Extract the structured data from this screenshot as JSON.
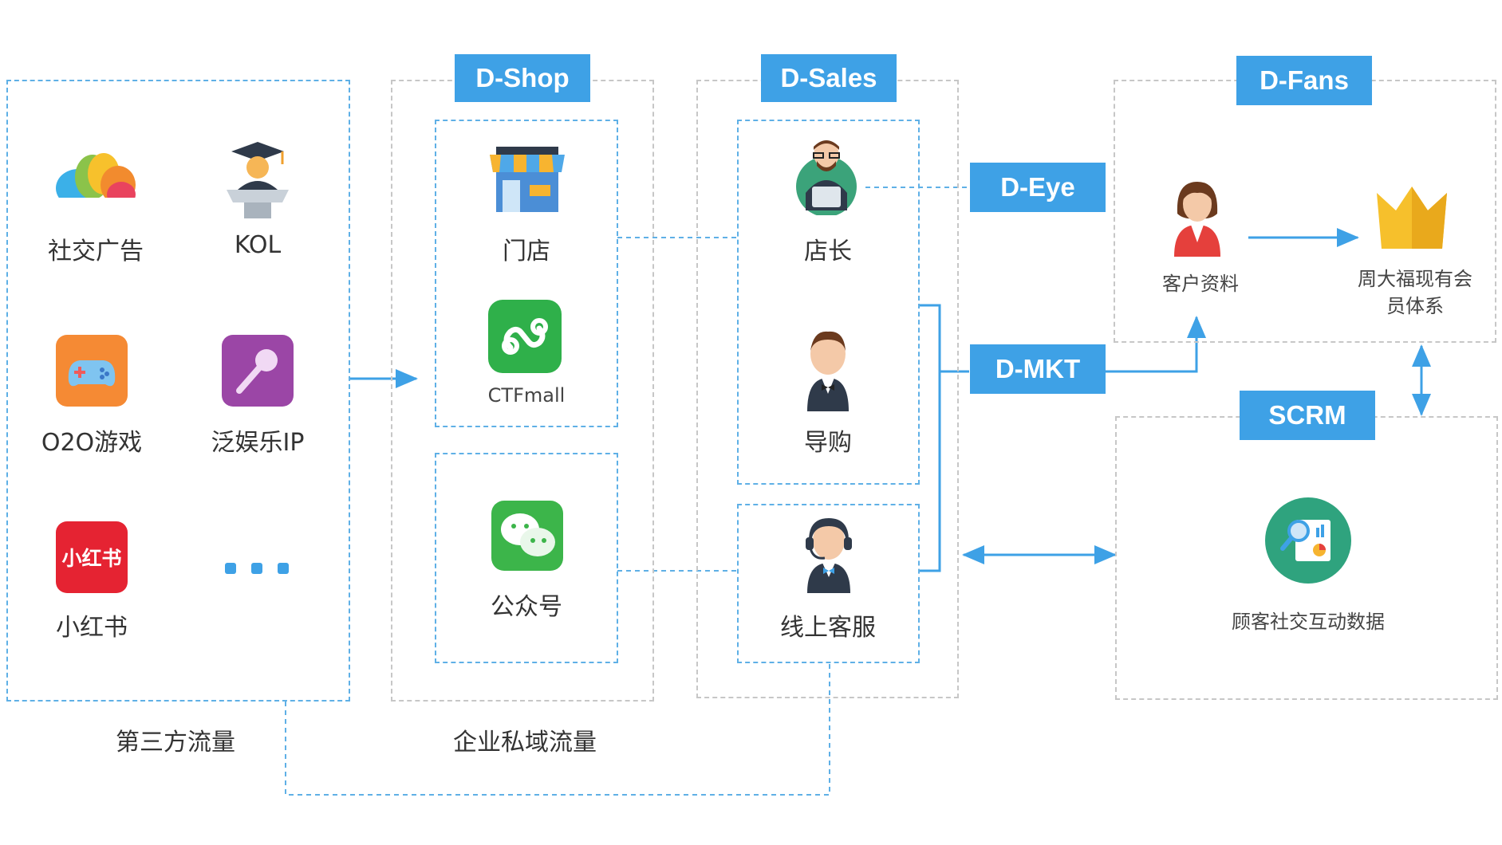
{
  "columns": {
    "third_party": {
      "caption": "第三方流量",
      "items": [
        {
          "label": "社交广告",
          "icon": "social-ads-icon"
        },
        {
          "label": "KOL",
          "icon": "kol-teacher-icon"
        },
        {
          "label": "O2O游戏",
          "icon": "gamepad-icon"
        },
        {
          "label": "泛娱乐IP",
          "icon": "microphone-icon"
        },
        {
          "label": "小红书",
          "icon": "xiaohongshu-icon",
          "icon_text": "小红书"
        },
        {
          "label": "",
          "icon": "ellipsis-icon"
        }
      ]
    },
    "private_domain": {
      "caption": "企业私域流量",
      "tag": "D-Shop",
      "items": [
        {
          "label": "门店",
          "icon": "store-icon"
        },
        {
          "label": "CTFmall",
          "icon": "mini-program-icon"
        },
        {
          "label": "公众号",
          "icon": "wechat-icon"
        }
      ]
    },
    "sales": {
      "tag": "D-Sales",
      "items": [
        {
          "label": "店长",
          "icon": "manager-icon"
        },
        {
          "label": "导购",
          "icon": "shopping-guide-icon"
        },
        {
          "label": "线上客服",
          "icon": "customer-service-icon"
        }
      ]
    },
    "fans": {
      "tag": "D-Fans",
      "items": [
        {
          "label": "客户资料",
          "icon": "customer-profile-icon"
        },
        {
          "label": "周大福现有会员体系",
          "label_line1": "周大福现有会",
          "label_line2": "员体系",
          "icon": "crown-icon"
        }
      ]
    },
    "scrm": {
      "tag": "SCRM",
      "items": [
        {
          "label": "顾客社交互动数据",
          "icon": "data-analysis-icon"
        }
      ]
    }
  },
  "connectors": {
    "eye_tag": "D-Eye",
    "mkt_tag": "D-MKT"
  },
  "colors": {
    "accent": "#3ea1e6",
    "dashed_blue": "#5fb0e6",
    "dashed_gray": "#c7c7c7"
  }
}
